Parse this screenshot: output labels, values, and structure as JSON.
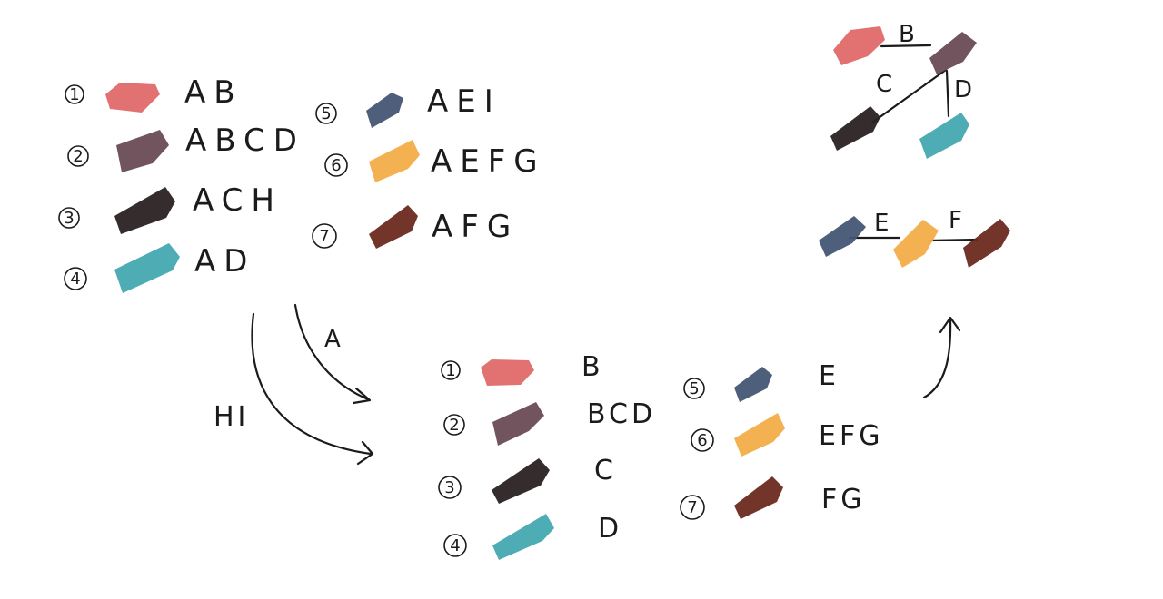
{
  "colors": {
    "c1": "#e06a6a",
    "c2": "#6a4b55",
    "c3": "#2a2222",
    "c4": "#45a8b0",
    "c5": "#435673",
    "c6": "#f2ad48",
    "c7": "#6b2a1e"
  },
  "left_list": [
    {
      "num": "1",
      "label": "AB",
      "color": "c1"
    },
    {
      "num": "2",
      "label": "ABCD",
      "color": "c2"
    },
    {
      "num": "3",
      "label": "ACH",
      "color": "c3"
    },
    {
      "num": "4",
      "label": "AD",
      "color": "c4"
    },
    {
      "num": "5",
      "label": "AEI",
      "color": "c5"
    },
    {
      "num": "6",
      "label": "AEFG",
      "color": "c6"
    },
    {
      "num": "7",
      "label": "AFG",
      "color": "c7"
    }
  ],
  "arrows": {
    "a_label": "A",
    "hi_label": "HI"
  },
  "reduced_list": [
    {
      "num": "1",
      "label": "B",
      "color": "c1"
    },
    {
      "num": "2",
      "label": "BCD",
      "color": "c2"
    },
    {
      "num": "3",
      "label": "C",
      "color": "c3"
    },
    {
      "num": "4",
      "label": "D",
      "color": "c4"
    },
    {
      "num": "5",
      "label": "E",
      "color": "c5"
    },
    {
      "num": "6",
      "label": "EFG",
      "color": "c6"
    },
    {
      "num": "7",
      "label": "FG",
      "color": "c7"
    }
  ],
  "graph_top": {
    "edges": [
      {
        "label": "B"
      },
      {
        "label": "C"
      },
      {
        "label": "D"
      }
    ]
  },
  "graph_bottom": {
    "edges": [
      {
        "label": "E"
      },
      {
        "label": "F"
      }
    ]
  }
}
